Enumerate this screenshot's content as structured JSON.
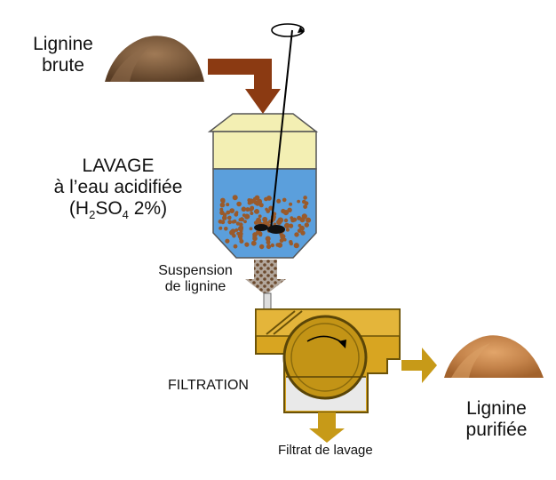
{
  "labels": {
    "raw_lignin": [
      "Lignine",
      "brute"
    ],
    "washing": {
      "title": "LAVAGE",
      "line2": "à l’eau acidifiée",
      "formula": {
        "open": "(H",
        "s1": "2",
        "mid": "SO",
        "s2": "4",
        "end": " 2%)"
      }
    },
    "suspension": [
      "Suspension",
      "de lignine"
    ],
    "filtration": "FILTRATION",
    "purified_lignin": [
      "Lignine",
      "purifiée"
    ],
    "filtrate": "Filtrat de lavage"
  },
  "colors": {
    "feed_arrow": "#8b3a12",
    "tank_top": "#f3efb3",
    "tank_liquid": "#5b9fdc",
    "filter_body": "#d8a521",
    "filter_dark": "#a07a10",
    "output_arrow": "#c79a18",
    "raw_powder": "#7b5a3c",
    "purified_powder": "#c4834a",
    "particles": "#9a5a2a"
  },
  "icons": {
    "raw_pile": "powder-pile-icon",
    "purified_pile": "powder-pile-icon",
    "stirrer": "stirrer-icon",
    "rotation": "rotation-arrow-icon"
  }
}
